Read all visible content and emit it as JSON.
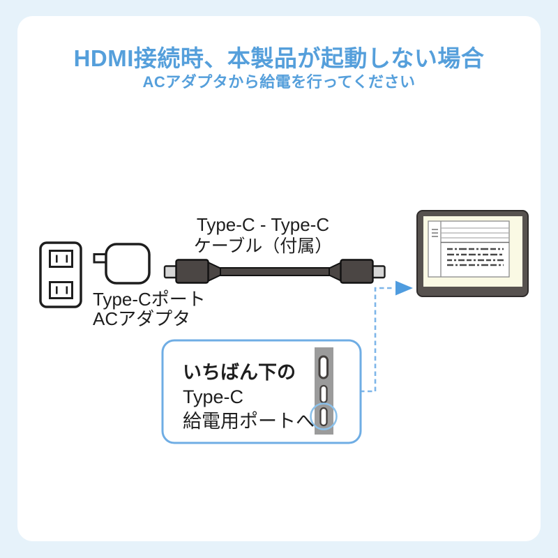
{
  "page": {
    "background_color": "#E6F2FA",
    "panel_color": "#FFFFFF"
  },
  "header": {
    "title": "HDMI接続時、本製品が起動しない場合",
    "subtitle": "ACアダプタから給電を行ってください",
    "text_color": "#559FDB"
  },
  "diagram": {
    "cable_label": {
      "line1": "Type-C - Type-C",
      "line2": "ケーブル（付属）"
    },
    "adapter_label": {
      "line1": "Type-Cポート",
      "line2": "ACアダプタ"
    },
    "callout": {
      "line1": "いちばん下の",
      "line2": "Type-C",
      "line3": "給電用ポートへ"
    },
    "icons": [
      "wall-outlet-icon",
      "ac-adapter-icon",
      "usb-c-cable-icon",
      "monitor-icon",
      "usb-c-ports-icon",
      "dashed-arrow-icon",
      "highlight-circle-icon"
    ],
    "colors": {
      "line_dark": "#1E1E1E",
      "connector_body": "#4B4644",
      "connector_tip": "#D6D6D6",
      "monitor_bezel": "#57524F",
      "monitor_screen": "#FAF9E4",
      "port_strip": "#9B9B9B",
      "accent_blue": "#4F9CDF",
      "dashed_blue": "#7EB6E9",
      "callout_border": "#6FADE4"
    }
  }
}
